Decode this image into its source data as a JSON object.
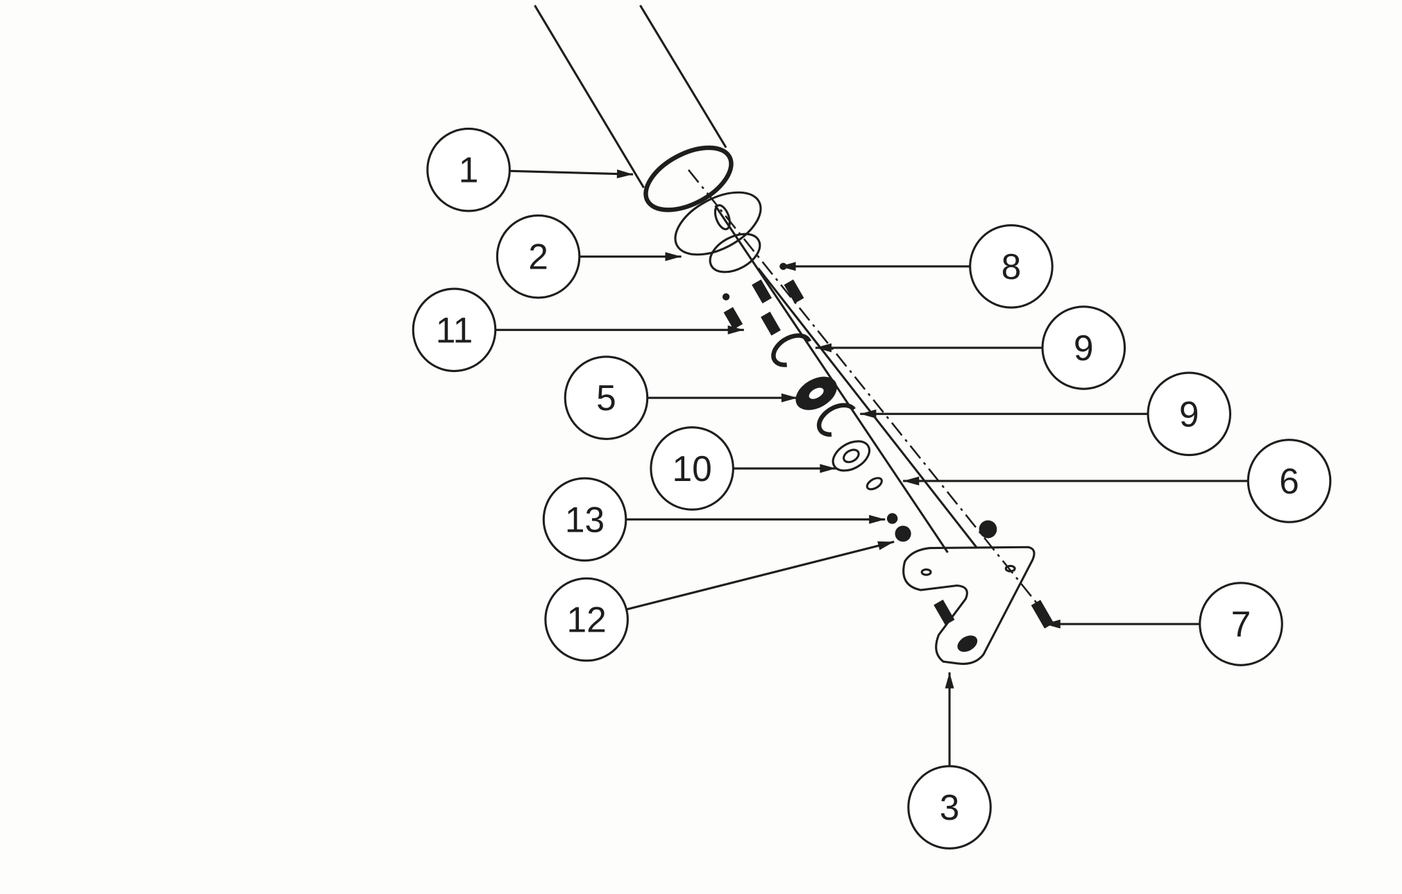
{
  "diagram": {
    "type": "exploded parts diagram",
    "callouts": [
      {
        "label": "1"
      },
      {
        "label": "2"
      },
      {
        "label": "11"
      },
      {
        "label": "5"
      },
      {
        "label": "10"
      },
      {
        "label": "13"
      },
      {
        "label": "12"
      },
      {
        "label": "8"
      },
      {
        "label": "9"
      },
      {
        "label": "9"
      },
      {
        "label": "6"
      },
      {
        "label": "7"
      },
      {
        "label": "3"
      }
    ],
    "colors": {
      "line": "#1e1e1e",
      "background": "#fdfdfb"
    }
  }
}
